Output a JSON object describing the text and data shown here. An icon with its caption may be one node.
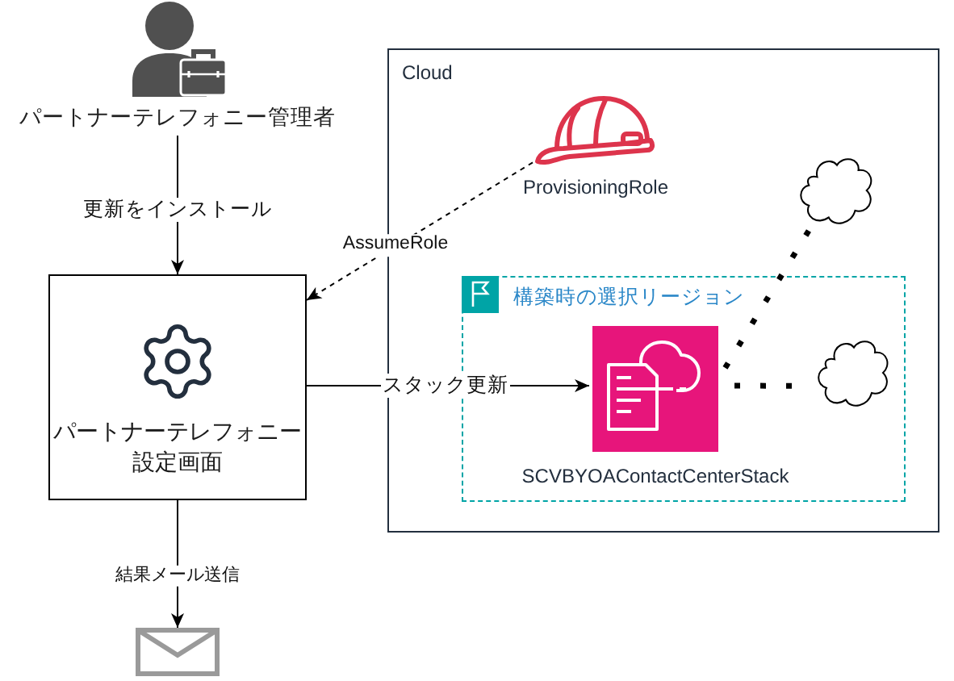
{
  "diagram": {
    "nodes": [
      {
        "text": [
          "パートナーテレフォニー管理者"
        ]
      },
      {
        "text": [
          "パートナーテレフォニー設定画面"
        ]
      },
      {
        "text": [],
        "shape": "picture"
      },
      {
        "text": [
          "Cloud"
        ]
      },
      {
        "text": [],
        "shape": "picture",
        "beside": [
          "ProvisioningRole"
        ],
        "in": 3
      },
      {
        "text": [
          "構築時の選択リージョン"
        ],
        "in": 3
      },
      {
        "text": [],
        "shape": "picture",
        "beside": [
          "SCVBYOAContactCenterStack"
        ],
        "in": 5
      },
      {
        "text": [],
        "shape": "cloud",
        "in": 3
      },
      {
        "text": [],
        "shape": "cloud",
        "in": 5
      }
    ],
    "edges": [
      {
        "from": 0,
        "to": 1,
        "arrow": "to",
        "label": "更新をインストール"
      },
      {
        "from": 4,
        "to": 1,
        "arrow": "to",
        "label": "AssumeRole",
        "style": "dashed"
      },
      {
        "from": 1,
        "to": 6,
        "arrow": "to",
        "label": "スタック更新"
      },
      {
        "from": 1,
        "to": 2,
        "arrow": "to",
        "label": "結果メール送信"
      },
      {
        "from": 6,
        "to": 7,
        "arrow": "none",
        "style": "dashed"
      },
      {
        "from": 6,
        "to": 8,
        "arrow": "none",
        "style": "dashed"
      }
    ]
  }
}
